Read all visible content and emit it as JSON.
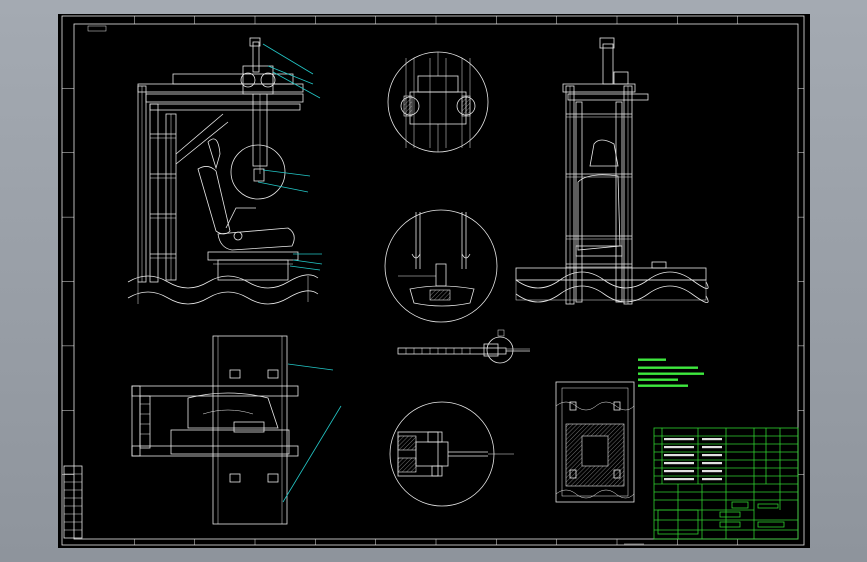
{
  "drawing": {
    "views": [
      "front-view",
      "side-view",
      "top-view",
      "detail-a",
      "detail-b",
      "detail-c",
      "section-d",
      "base-plate-view"
    ]
  },
  "colors": {
    "background": "#000000",
    "linework": "#e8e8e8",
    "title_block": "#2fd02f",
    "leader_lines": "#23c7c7",
    "notes_text": "#3ee83e"
  }
}
